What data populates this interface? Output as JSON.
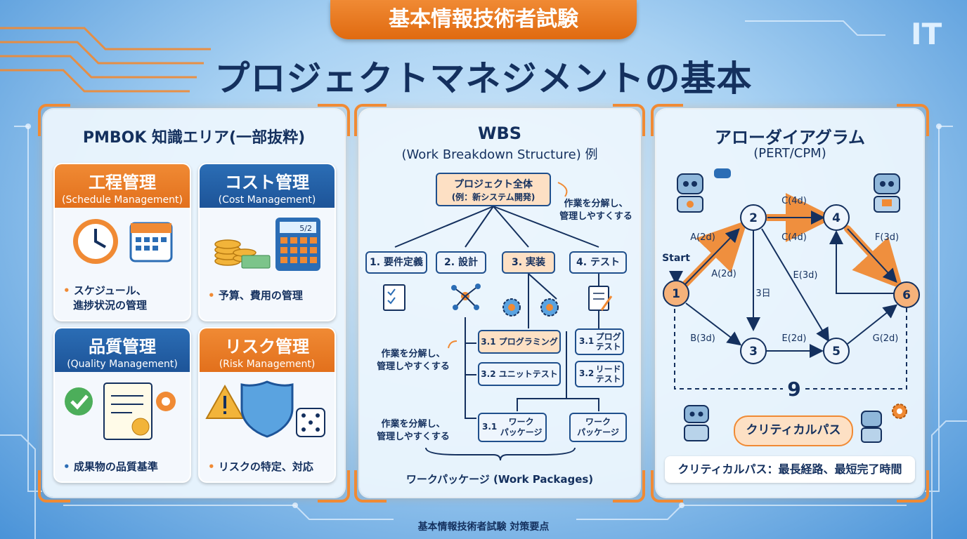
{
  "header": {
    "tag": "基本情報技術者試験",
    "title": "プロジェクトマネジメントの基本",
    "logo": "IT"
  },
  "colors": {
    "accent": "#f08a34",
    "navy": "#14305e",
    "blue": "#1d5498"
  },
  "pmbok": {
    "title": "PMBOK 知識エリア(一部抜粋)",
    "cards": [
      {
        "jp": "工程管理",
        "en": "(Schedule Management)",
        "desc1": "スケジュール、",
        "desc2": "進捗状況の管理",
        "icon": "clock-calendar-icon"
      },
      {
        "jp": "コスト管理",
        "en": "(Cost Management)",
        "desc1": "予算、費用の管理",
        "icon": "coins-calculator-icon",
        "calc": "5/2"
      },
      {
        "jp": "品質管理",
        "en": "(Quality Management)",
        "desc1": "成果物の品質基準",
        "icon": "certificate-check-icon"
      },
      {
        "jp": "リスク管理",
        "en": "(Risk Management)",
        "desc1": "リスクの特定、対応",
        "icon": "shield-warning-dice-icon"
      }
    ]
  },
  "wbs": {
    "title": "WBS",
    "subtitle": "(Work Breakdown Structure) 例",
    "root1": "プロジェクト全体",
    "root2": "(例：新システム開発)",
    "note": [
      "作業を分解し、",
      "管理しやすくする"
    ],
    "level1": [
      "1. 要件定義",
      "2. 設計",
      "3. 実装",
      "4. テスト"
    ],
    "impl": [
      "3.1 プログラミング",
      "3.2 ユニットテスト"
    ],
    "test": [
      [
        "3.1",
        "プログ",
        "テスト"
      ],
      [
        "3.2",
        "リード",
        "テスト"
      ]
    ],
    "wp1": [
      "3.1",
      "ワーク",
      "パッケージ"
    ],
    "wp2": [
      "ワーク",
      "パッケージ"
    ],
    "caption": "ワークパッケージ (Work Packages)"
  },
  "arrow": {
    "title": "アローダイアグラム",
    "subtitle": "(PERT/CPM)",
    "start": "Start",
    "nodes": [
      "1",
      "2",
      "3",
      "4",
      "5",
      "6"
    ],
    "edges": {
      "a1": "A(2d)",
      "a2": "A(2d)",
      "c1": "C(4d)",
      "c2": "C(4d)",
      "f": "F(3d)",
      "d3": "3日",
      "e3": "E(3d)",
      "b": "B(3d)",
      "e2": "E(2d)",
      "g": "G(2d)"
    },
    "total": "9",
    "critical_label": "クリティカルパス",
    "critical_note": "クリティカルパス：最長経路、最短完了時間"
  },
  "footer": "基本情報技術者試験 対策要点"
}
